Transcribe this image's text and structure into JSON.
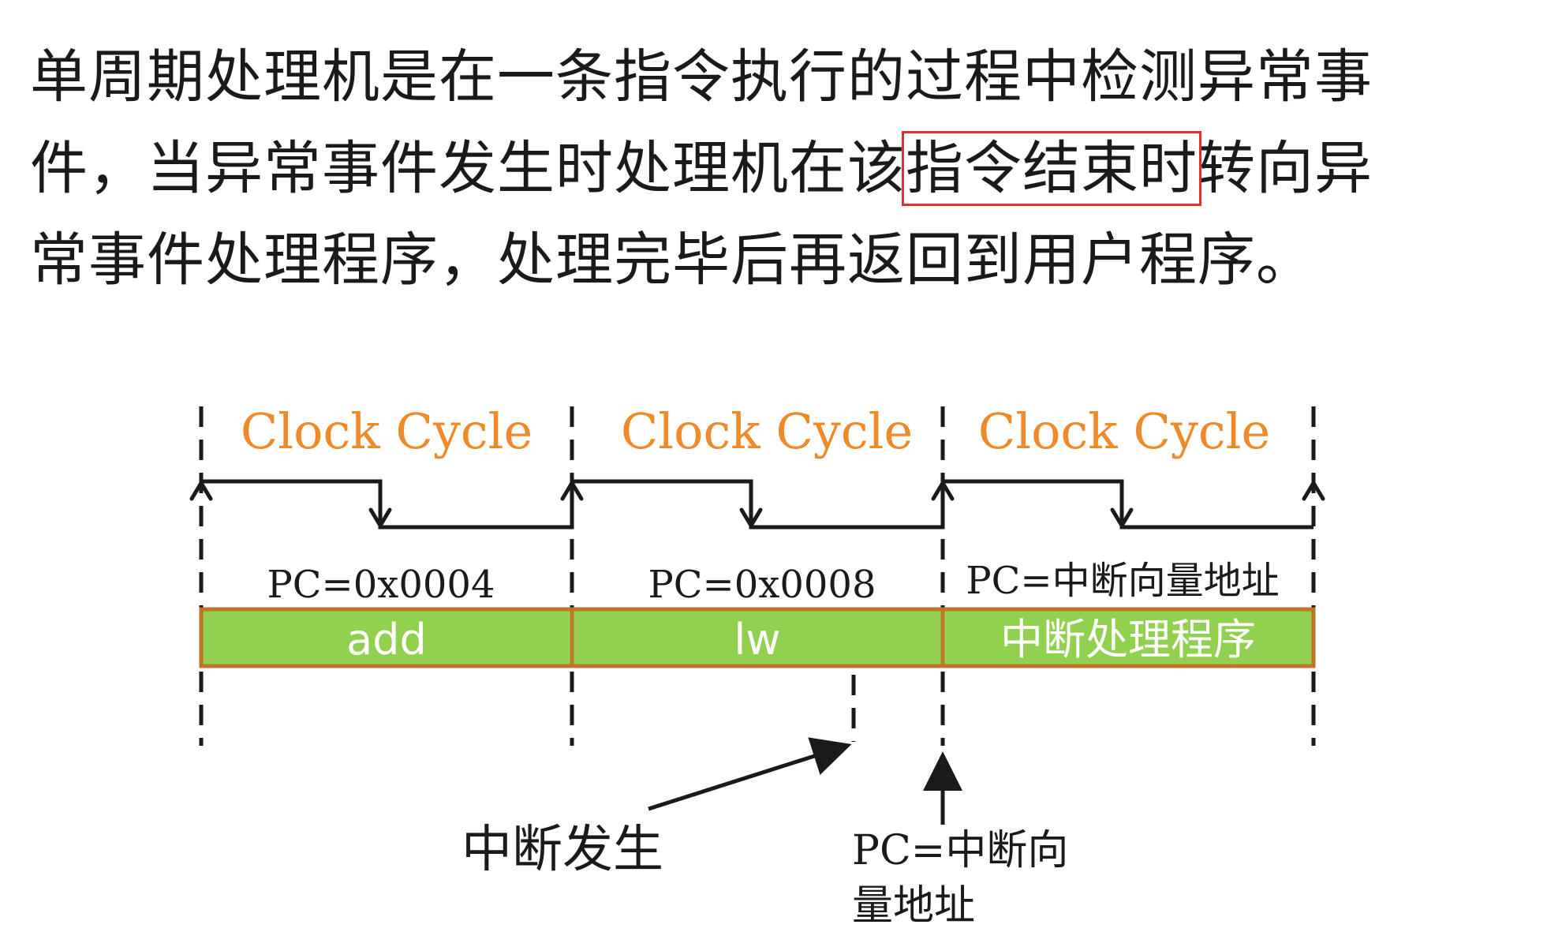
{
  "paragraph": {
    "line1": "单周期处理机是在一条指令执行的过程中检测异常事",
    "line2_a": "件，当异常事件发生时处理机在该",
    "line2_boxed": "指令结束时",
    "line2_b": "转向异",
    "line3": "常事件处理程序，处理完毕后再返回到用户程序。"
  },
  "cycles": [
    {
      "clock_label": "Clock Cycle",
      "pc": "PC=0x0004",
      "instruction": "add"
    },
    {
      "clock_label": "Clock Cycle",
      "pc": "PC=0x0008",
      "instruction": "lw"
    },
    {
      "clock_label": "Clock Cycle",
      "pc": "PC=中断向量地址",
      "instruction": "中断处理程序"
    }
  ],
  "annotations": {
    "interrupt_occurs": "中断发生",
    "pc_vector_line1": "PC=中断向",
    "pc_vector_line2": "量地址"
  },
  "colors": {
    "clock_label": "#ee8a2a",
    "instr_fill": "#92d050",
    "instr_border": "#c0762a",
    "highlight_box": "#e03030",
    "stroke": "#1a1a1a"
  }
}
